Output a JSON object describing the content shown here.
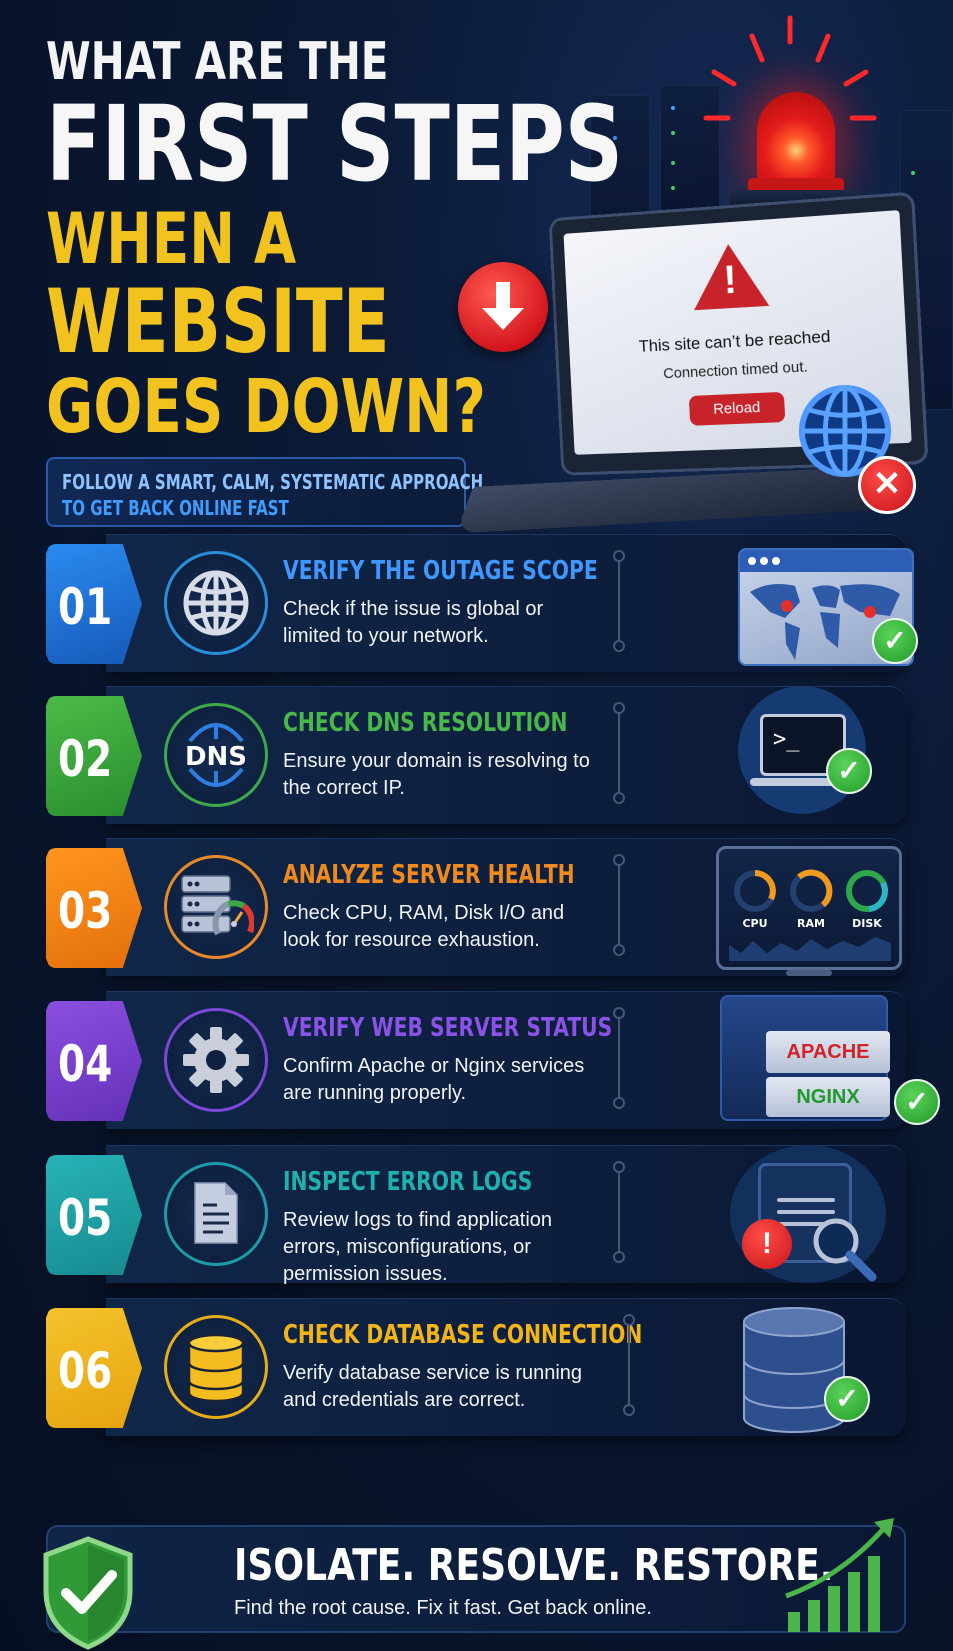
{
  "hero": {
    "title_lines": [
      "WHAT ARE THE",
      "FIRST STEPS",
      "WHEN A",
      "WEBSITE",
      "GOES DOWN?"
    ],
    "subtitle_lines": [
      "FOLLOW A SMART, CALM, SYSTEMATIC APPROACH",
      "TO GET BACK ONLINE FAST"
    ],
    "browser_error": {
      "title": "This site can’t be reached",
      "message": "Connection timed out.",
      "reload_label": "Reload"
    },
    "icons": [
      "alarm-siren-icon",
      "down-arrow-icon",
      "warning-icon",
      "globe-icon",
      "error-x-icon"
    ]
  },
  "colors": {
    "background": "#0b1a36",
    "title_white": "#f4f4f4",
    "title_yellow": "#f2c21e",
    "subtitle_light": "#8fc3ff",
    "subtitle_blue": "#3f9dff",
    "error_red": "#c8232b",
    "success_green": "#2aa834"
  },
  "steps": [
    {
      "number": "01",
      "title": "VERIFY THE OUTAGE SCOPE",
      "description": "Check if the issue is global or limited to your network.",
      "color": "#1f74d6",
      "icon": "globe-icon",
      "art": "world-map-browser-icon"
    },
    {
      "number": "02",
      "title": "CHECK DNS RESOLUTION",
      "description": "Ensure your domain is resolving to the correct IP.",
      "color": "#3ba63c",
      "icon": "dns-icon",
      "art": "terminal-laptop-icon",
      "dns_label": "DNS"
    },
    {
      "number": "03",
      "title": "ANALYZE SERVER HEALTH",
      "description": "Check CPU, RAM, Disk I/O and look for resource exhaustion.",
      "color": "#f0841a",
      "icon": "server-gauge-icon",
      "art": "monitor-dashboard-icon",
      "gauges": [
        "CPU",
        "RAM",
        "DISK"
      ]
    },
    {
      "number": "04",
      "title": "VERIFY WEB SERVER STATUS",
      "description": "Confirm Apache or Nginx services are running properly.",
      "color": "#7a3fd0",
      "icon": "gear-icon",
      "art": "server-rack-icon",
      "servers": [
        "APACHE",
        "NGINX"
      ]
    },
    {
      "number": "05",
      "title": "INSPECT ERROR LOGS",
      "description": "Review logs to find application errors, misconfigurations, or permission issues.",
      "color": "#1fa3a8",
      "icon": "document-icon",
      "art": "log-search-icon"
    },
    {
      "number": "06",
      "title": "CHECK DATABASE CONNECTION",
      "description": "Verify database service is running and credentials are correct.",
      "color": "#f2b418",
      "icon": "database-icon",
      "art": "database-stack-icon"
    }
  ],
  "footer": {
    "title": "ISOLATE. RESOLVE. RESTORE.",
    "subtitle": "Find the root cause. Fix it fast. Get back online.",
    "icons": [
      "shield-check-icon",
      "growth-chart-icon"
    ]
  }
}
